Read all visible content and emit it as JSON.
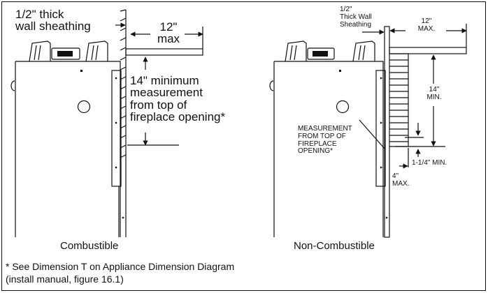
{
  "left": {
    "sheathing": [
      "1/2\" thick",
      "wall sheathing"
    ],
    "depth": [
      "12\"",
      "max"
    ],
    "height": [
      "14\" minimum",
      "measurement",
      "from top of",
      "fireplace opening*"
    ],
    "caption": "Combustible"
  },
  "right": {
    "sheathing": [
      "1/2\"",
      "Thick Wall",
      "Sheathing"
    ],
    "depth": [
      "12\"",
      "MAX."
    ],
    "height": [
      "14\"",
      "MIN."
    ],
    "measurement": [
      "MEASUREMENT",
      "FROM TOP OF",
      "FIREPLACE",
      "OPENING*"
    ],
    "offset": "1-1/4\" MIN.",
    "gap": [
      "4\"",
      "MAX."
    ],
    "caption": "Non-Combustible"
  },
  "footnote": [
    "* See Dimension T on Appliance Dimension Diagram",
    "(install manual, figure 16.1)"
  ],
  "colors": {
    "line": "#111111",
    "background": "#ffffff"
  }
}
